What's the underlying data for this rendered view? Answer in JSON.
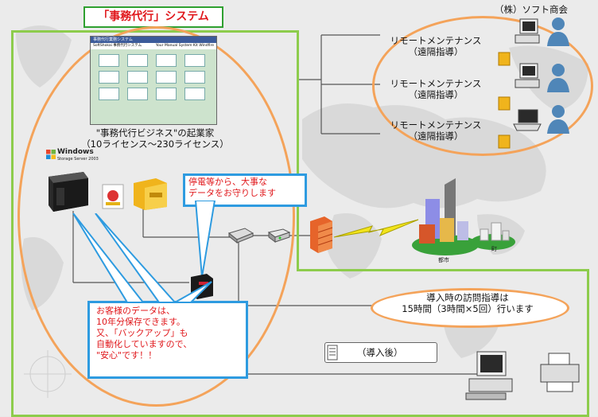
{
  "title": "「事務代行」システム",
  "company": "（株）ソフト商会",
  "entrepreneur": {
    "line1": "\"事務代行ビジネス\"の起業家",
    "line2": "（10ライセンス〜230ライセンス）"
  },
  "software_screen": {
    "window_title": "事務代行業務システム",
    "header_left": "SoftShokai 事務代行システム",
    "header_right": "Your Manual System Kit Windfire"
  },
  "windows_logo": {
    "brand": "Windows",
    "sub": "Storage Server 2003"
  },
  "remote": [
    {
      "line1": "リモートメンテナンス",
      "line2": "（遠隔指導）",
      "terminal": "desktop"
    },
    {
      "line1": "リモートメンテナンス",
      "line2": "（遠隔指導）",
      "terminal": "desktop"
    },
    {
      "line1": "リモートメンテナンス",
      "line2": "（遠隔指導）",
      "terminal": "laptop"
    }
  ],
  "callout_power": [
    "停電等から、大事な",
    "データをお守りします"
  ],
  "callout_data": [
    "お客様のデータは、",
    "10年分保存できます。",
    "又、「バックアップ」も",
    "自動化していますので、",
    "\"安心\"です！！"
  ],
  "visit": {
    "line1": "導入時の訪問指導は",
    "line2": "15時間（3時間×5回）行います"
  },
  "after": "（導入後）",
  "city": "都市",
  "town": "町",
  "colors": {
    "orange_oval": "#f4a35a",
    "green_frame": "#8dcc4c",
    "callout_border": "#2e9be0",
    "title_red": "#e0171b"
  }
}
